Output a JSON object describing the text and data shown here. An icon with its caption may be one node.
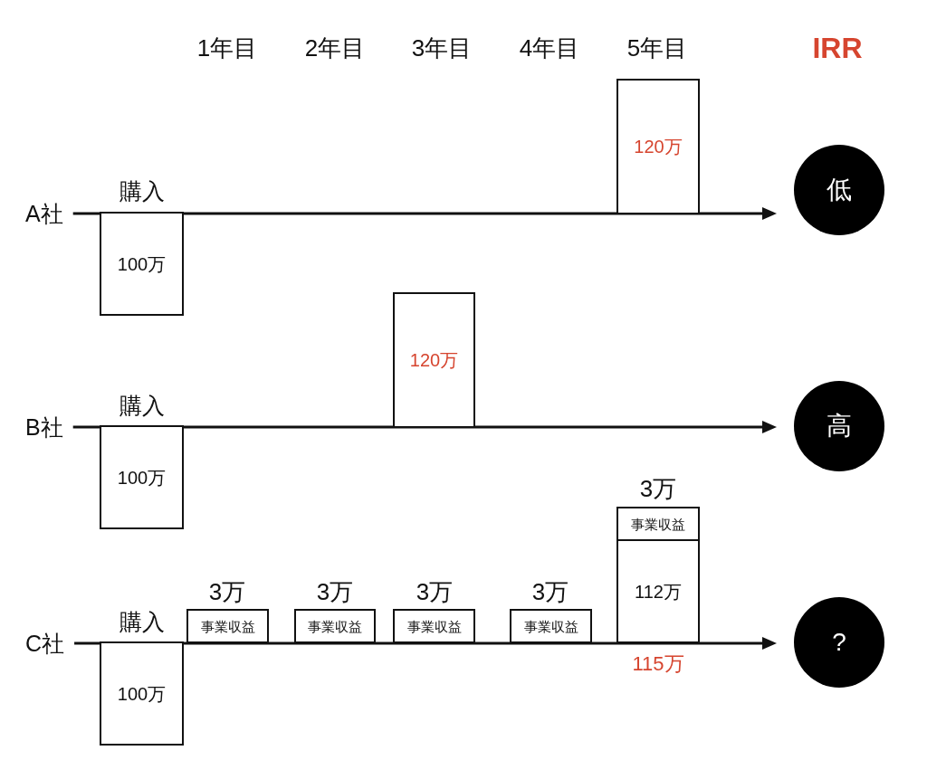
{
  "diagram": {
    "nodes": [
      {
        "text": [
          "A社"
        ]
      },
      {
        "text": [
          "100万"
        ],
        "beside": [
          "購入"
        ]
      },
      {
        "text": [
          "120万"
        ]
      },
      {
        "text": [
          "低"
        ]
      },
      {
        "text": [
          "B社"
        ]
      },
      {
        "text": [
          "100万"
        ],
        "beside": [
          "購入"
        ]
      },
      {
        "text": [
          "120万"
        ]
      },
      {
        "text": [
          "高"
        ]
      },
      {
        "text": [
          "C社"
        ]
      },
      {
        "text": [
          "100万"
        ],
        "beside": [
          "購入"
        ]
      },
      {
        "text": [
          "事業収益"
        ],
        "beside": [
          "3万"
        ]
      },
      {
        "text": [
          "事業収益"
        ],
        "beside": [
          "3万"
        ]
      },
      {
        "text": [
          "事業収益"
        ],
        "beside": [
          "3万"
        ]
      },
      {
        "text": [
          "事業収益"
        ],
        "beside": [
          "3万"
        ]
      },
      {
        "text": [
          "事業収益"
        ],
        "beside": [
          "3万"
        ]
      },
      {
        "text": [
          "112万"
        ],
        "beside": [
          "115万"
        ]
      },
      {
        "text": [
          "?"
        ]
      }
    ],
    "edges": [
      {
        "from": 0,
        "to": 3,
        "arrow": "to"
      },
      {
        "from": 4,
        "to": 7,
        "arrow": "to"
      },
      {
        "from": 8,
        "to": 16,
        "arrow": "to"
      }
    ],
    "labels": [
      "1年目",
      "2年目",
      "3年目",
      "4年目",
      "5年目",
      "IRR"
    ]
  }
}
